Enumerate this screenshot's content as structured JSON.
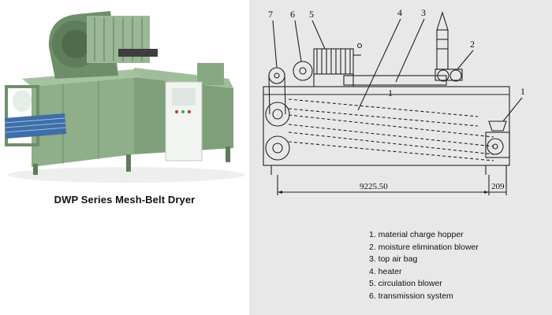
{
  "caption": "DWP Series Mesh-Belt Dryer",
  "dimensions": {
    "main_length": "9225.50",
    "end_length": "209"
  },
  "callout_numbers": [
    "7",
    "6",
    "5",
    "4",
    "3",
    "2",
    "1",
    "1"
  ],
  "legend_items": [
    "1. material charge hopper",
    "2. moisture elimination blower",
    "3. top air bag",
    "4. heater",
    "5. circulation blower",
    "6. transmission system"
  ],
  "colors": {
    "machine_green": "#8fae8a",
    "machine_dark": "#5e7d5a",
    "panel_gray": "#e8e8e8",
    "line": "#222222"
  }
}
